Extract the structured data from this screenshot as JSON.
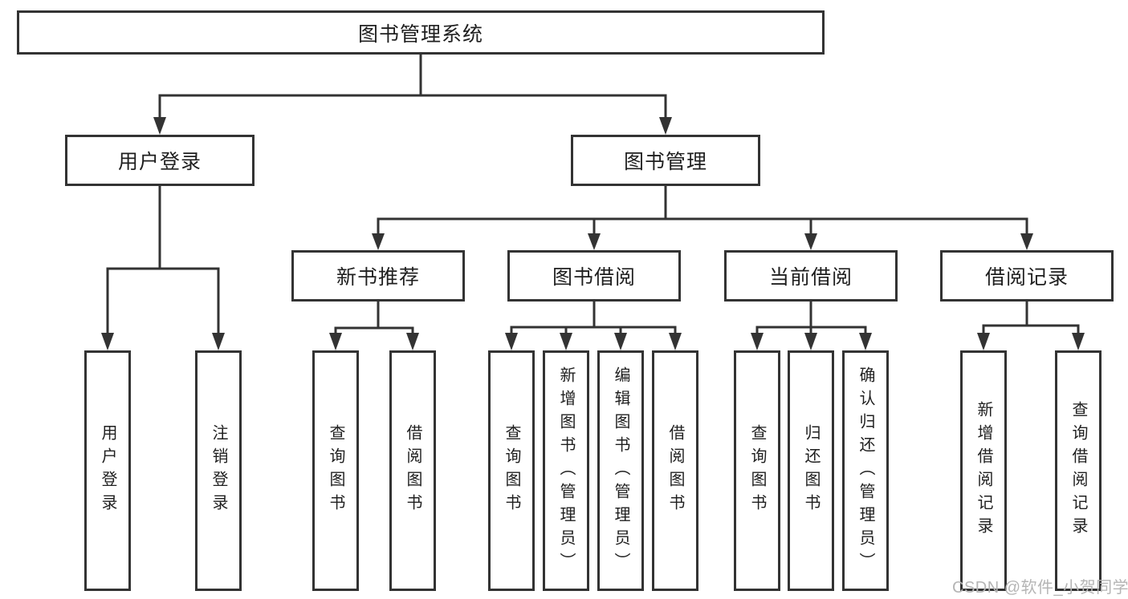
{
  "tree": {
    "root": {
      "label": "图书管理系统",
      "children": [
        {
          "label": "用户登录",
          "children": [
            {
              "label": "用户登录"
            },
            {
              "label": "注销登录"
            }
          ]
        },
        {
          "label": "图书管理",
          "children": [
            {
              "label": "新书推荐",
              "children": [
                {
                  "label": "查询图书"
                },
                {
                  "label": "借阅图书"
                }
              ]
            },
            {
              "label": "图书借阅",
              "children": [
                {
                  "label": "查询图书"
                },
                {
                  "label": "新增图书（管理员）"
                },
                {
                  "label": "编辑图书（管理员）"
                },
                {
                  "label": "借阅图书"
                }
              ]
            },
            {
              "label": "当前借阅",
              "children": [
                {
                  "label": "查询图书"
                },
                {
                  "label": "归还图书"
                },
                {
                  "label": "确认归还（管理员）"
                }
              ]
            },
            {
              "label": "借阅记录",
              "children": [
                {
                  "label": "新增借阅记录"
                },
                {
                  "label": "查询借阅记录"
                }
              ]
            }
          ]
        }
      ]
    }
  },
  "watermark": "CSDN @软件_小贺同学",
  "colors": {
    "line": "#333333",
    "box_border": "#333333",
    "text": "#1f1f1f",
    "watermark": "#b5b5b5",
    "background": "#ffffff"
  }
}
